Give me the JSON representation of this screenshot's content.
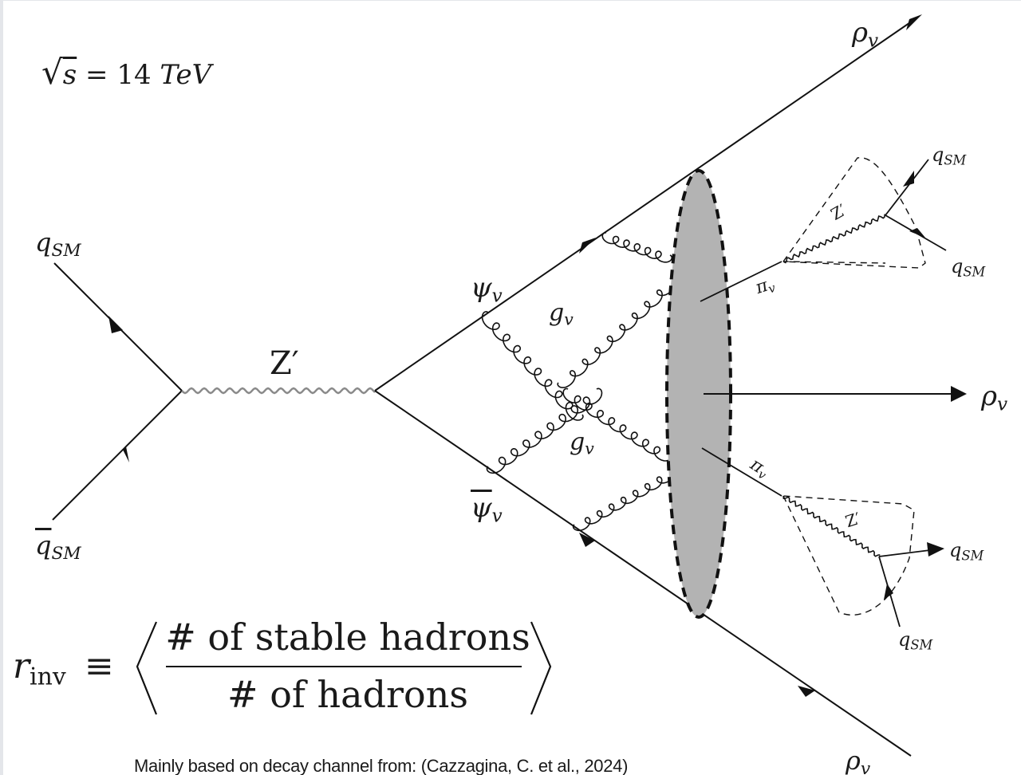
{
  "energy": {
    "sqrt_symbol": "√",
    "variable": "s",
    "equals": "=",
    "value": "14",
    "unit": "TeV"
  },
  "labels": {
    "q_sm_in": {
      "base": "q",
      "sub": "SM"
    },
    "qbar_sm_in": {
      "base": "q",
      "sub": "SM"
    },
    "z_prime": {
      "base": "Z′"
    },
    "psi_v": {
      "base": "ψ",
      "sub": "v"
    },
    "psibar_v": {
      "base": "ψ",
      "sub": "v"
    },
    "g_v_upper": {
      "base": "g",
      "sub": "v"
    },
    "g_v_lower": {
      "base": "g",
      "sub": "v"
    },
    "rho_v_top": {
      "base": "ρ",
      "sub": "v"
    },
    "rho_v_mid": {
      "base": "ρ",
      "sub": "v"
    },
    "rho_v_bottom": {
      "base": "ρ",
      "sub": "v"
    },
    "pi_v_upper": {
      "base": "π",
      "sub": "v"
    },
    "pi_v_lower": {
      "base": "π",
      "sub": "v"
    },
    "z_prime_upper": {
      "base": "Z′"
    },
    "z_prime_lower": {
      "base": "Z′"
    },
    "q_sm_upper_a": {
      "base": "q",
      "sub": "SM"
    },
    "q_sm_upper_b": {
      "base": "q",
      "sub": "SM"
    },
    "q_sm_lower_a": {
      "base": "q",
      "sub": "SM"
    },
    "q_sm_lower_b": {
      "base": "q",
      "sub": "SM"
    }
  },
  "formula": {
    "lhs_base": "r",
    "lhs_sub": "inv",
    "equiv": "≡",
    "numerator": "# of stable hadrons",
    "denominator": "# of hadrons"
  },
  "caption": "Mainly based on decay channel from: (Cazzagina, C. et al., 2024)",
  "colors": {
    "line": "#111111",
    "blob_fill": "#b3b3b3",
    "zprime_line": "#8a8a8a"
  }
}
